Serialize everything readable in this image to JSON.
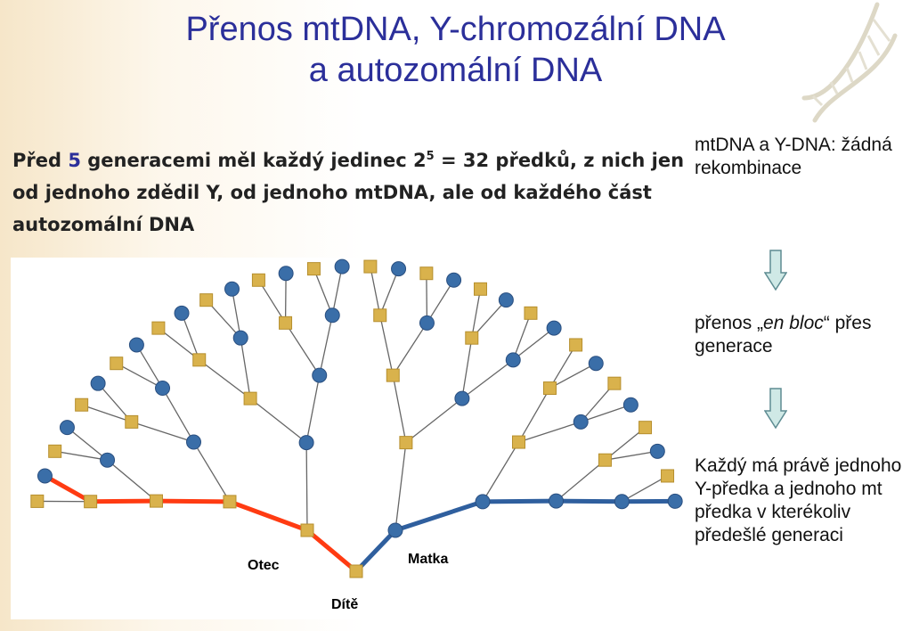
{
  "title": {
    "line1": "Přenos mtDNA, Y-chromozální DNA",
    "line2": "a autozomální DNA"
  },
  "main_text": {
    "part1": "Před ",
    "generations": "5",
    "part2": " generacemi měl každý jedinec 2",
    "exponent": "5",
    "part3": " = 32 předků, z nich jen od jednoho zdědil Y, od jednoho mtDNA, ale od každého část autozomální DNA"
  },
  "side": {
    "note1": "mtDNA a Y-DNA: žádná rekombinace",
    "note2_pre": "přenos „",
    "note2_em": "en bloc",
    "note2_post": "“ přes generace",
    "note3": "Každý má právě jednoho Y-předka a jednoho mt předka v kterékoliv předešlé generaci"
  },
  "diagram": {
    "labels": {
      "father": "Otec",
      "mother": "Matka",
      "child": "Dítě"
    },
    "colors": {
      "male": "#d9b24c",
      "female": "#3a6ea8",
      "y_line": "#ff3b12",
      "mt_line": "#2f5f9e",
      "edge": "#666666"
    }
  },
  "icons": {
    "arrows": "down-arrow-icon",
    "decoration": "dna-helix-icon"
  }
}
